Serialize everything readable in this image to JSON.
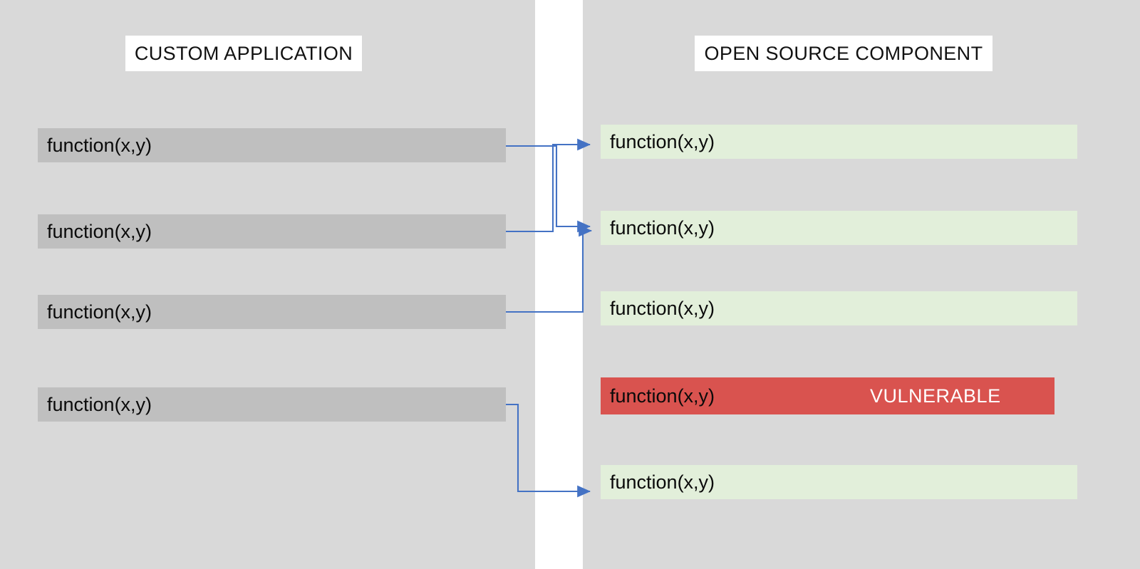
{
  "diagram": {
    "title_left": "CUSTOM APPLICATION",
    "title_right": "OPEN SOURCE COMPONENT",
    "background_color": "#d9d9d9",
    "divider_color": "#ffffff",
    "connector_color": "#4472c4"
  },
  "left_panel": {
    "header": "CUSTOM APPLICATION",
    "box_color": "#bfbfbf",
    "functions": [
      {
        "label": "function(x,y)"
      },
      {
        "label": "function(x,y)"
      },
      {
        "label": "function(x,y)"
      },
      {
        "label": "function(x,y)"
      }
    ]
  },
  "right_panel": {
    "header": "OPEN SOURCE COMPONENT",
    "box_color": "#e2efda",
    "vulnerable_color": "#d9534f",
    "functions": [
      {
        "label": "function(x,y)",
        "status": ""
      },
      {
        "label": "function(x,y)",
        "status": ""
      },
      {
        "label": "function(x,y)",
        "status": ""
      },
      {
        "label": "function(x,y)",
        "status": "VULNERABLE"
      },
      {
        "label": "function(x,y)",
        "status": ""
      }
    ],
    "vulnerable_badge": "VULNERABLE"
  },
  "connections": [
    {
      "from": "left-fn-0",
      "to": "right-fn-1"
    },
    {
      "from": "left-fn-1",
      "to": "right-fn-0"
    },
    {
      "from": "left-fn-2",
      "to": "right-fn-1"
    },
    {
      "from": "left-fn-3",
      "to": "right-fn-4"
    }
  ]
}
